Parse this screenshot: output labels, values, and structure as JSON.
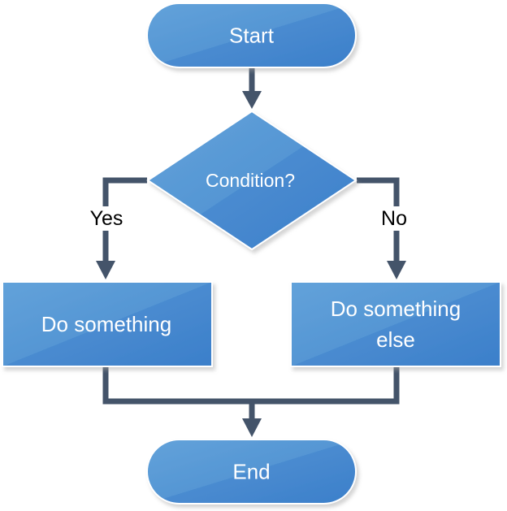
{
  "colors": {
    "shape_fill_top": "#5b9bd5",
    "shape_fill_bottom": "#3e82cc",
    "shape_edge": "#ffffff",
    "shadow": "#c8c8c8",
    "connector": "#44546a",
    "label_text": "#000000",
    "shape_text": "#ffffff"
  },
  "nodes": {
    "start": {
      "label": "Start",
      "shape": "terminator"
    },
    "condition": {
      "label": "Condition?",
      "shape": "decision"
    },
    "do_something": {
      "label": "Do something",
      "shape": "process"
    },
    "do_something_else": {
      "line1": "Do something",
      "line2": "else",
      "shape": "process"
    },
    "end": {
      "label": "End",
      "shape": "terminator"
    }
  },
  "edges": {
    "yes_label": "Yes",
    "no_label": "No"
  }
}
